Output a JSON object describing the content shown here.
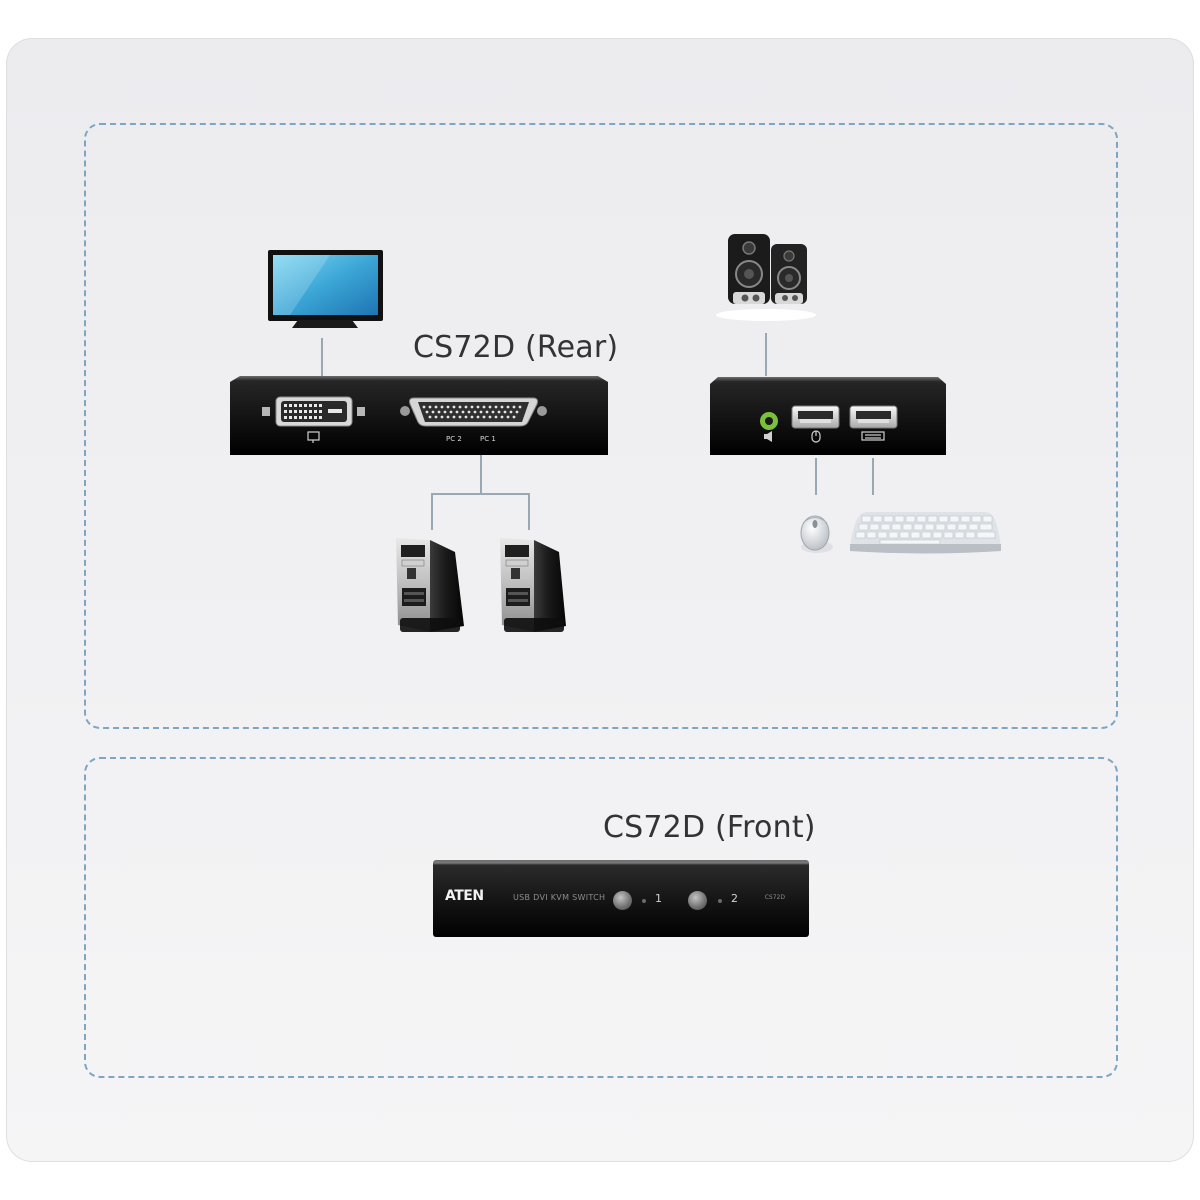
{
  "diagram": {
    "rear_title": "CS72D (Rear)",
    "front_title": "CS72D (Front)",
    "rear_port_labels": {
      "pc2": "PC 2",
      "pc1": "PC 1"
    },
    "front_panel": {
      "brand": "ATEN",
      "subtitle": "USB DVI KVM SWITCH",
      "model": "CS72D",
      "port1": "1",
      "port2": "2"
    },
    "devices": [
      "monitor-icon",
      "speakers-icon",
      "pc-tower-icon",
      "pc-tower-icon",
      "mouse-icon",
      "keyboard-icon"
    ],
    "colors": {
      "panel_border": "#7fa6c0",
      "device_body": "#151515",
      "audio_port": "#7bbf3a",
      "connector_line": "#9aa8b3"
    }
  }
}
